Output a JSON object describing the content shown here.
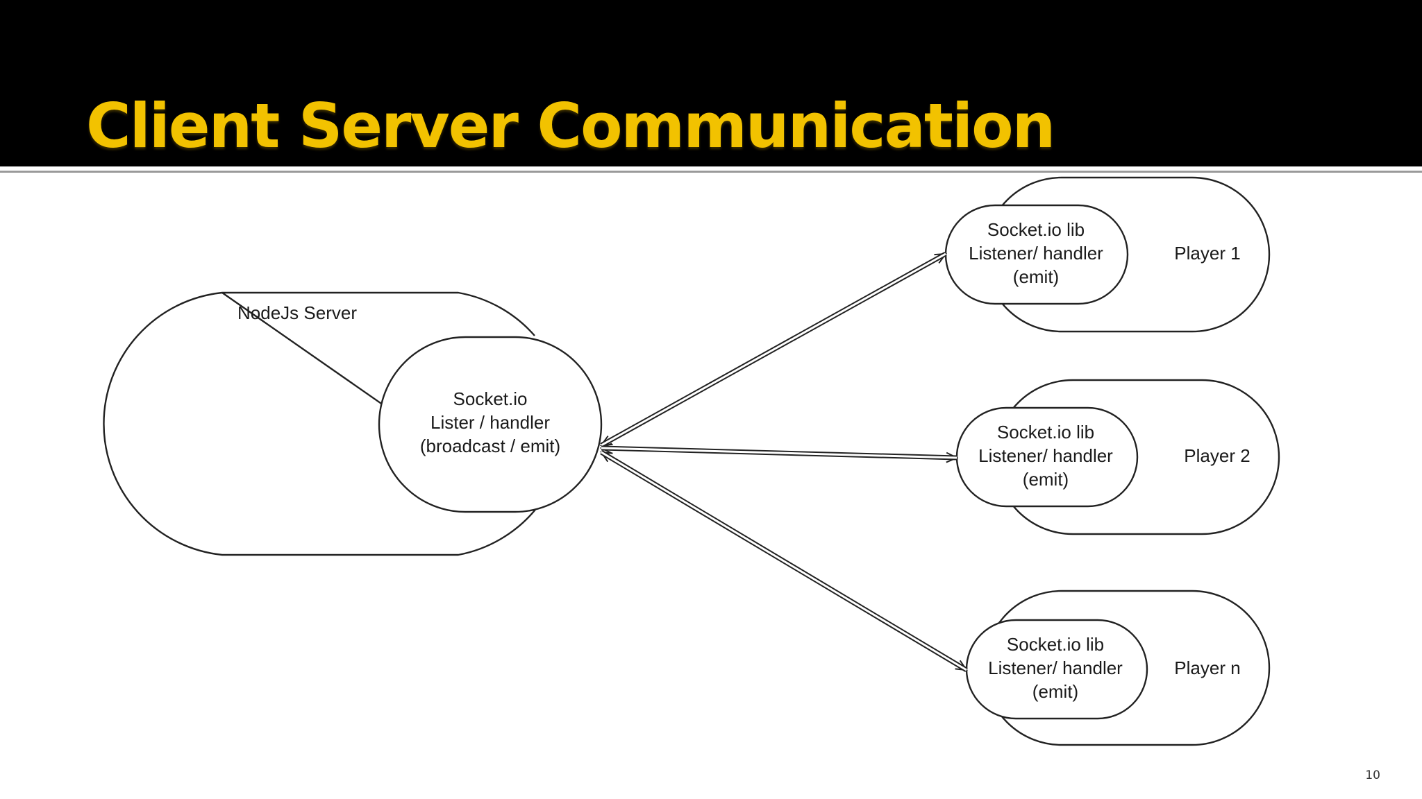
{
  "slide": {
    "title": "Client Server Communication",
    "page_number": "10",
    "colors": {
      "title_bar": "#000000",
      "title_text": "#f2c200",
      "line": "#222222",
      "background": "#ffffff"
    }
  },
  "diagram": {
    "server": {
      "label": "NodeJs Server",
      "socket": [
        "Socket.io",
        "Lister / handler",
        "(broadcast / emit)"
      ]
    },
    "players": [
      {
        "label": "Player 1",
        "socket": [
          "Socket.io lib",
          "Listener/ handler",
          "(emit)"
        ]
      },
      {
        "label": "Player 2",
        "socket": [
          "Socket.io lib",
          "Listener/ handler",
          "(emit)"
        ]
      },
      {
        "label": "Player n",
        "socket": [
          "Socket.io lib",
          "Listener/ handler",
          "(emit)"
        ]
      }
    ],
    "connections": [
      {
        "from": "server-socket",
        "to": "player-1-socket",
        "direction": "bidirectional"
      },
      {
        "from": "server-socket",
        "to": "player-2-socket",
        "direction": "bidirectional"
      },
      {
        "from": "server-socket",
        "to": "player-n-socket",
        "direction": "bidirectional"
      }
    ]
  }
}
